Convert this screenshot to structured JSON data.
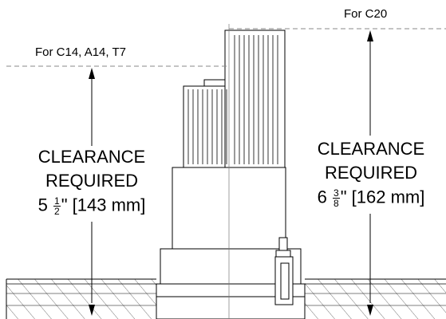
{
  "labels": {
    "for_c20": "For C20",
    "for_c14": "For C14, A14, T7"
  },
  "left_clearance": {
    "line1": "CLEARANCE",
    "line2": "REQUIRED",
    "whole": "5",
    "frac_num": "1",
    "frac_den": "2",
    "metric": "\" [143 mm]"
  },
  "right_clearance": {
    "line1": "CLEARANCE",
    "line2": "REQUIRED",
    "whole": "6",
    "frac_num": "3",
    "frac_den": "8",
    "metric": "\" [162 mm]"
  }
}
